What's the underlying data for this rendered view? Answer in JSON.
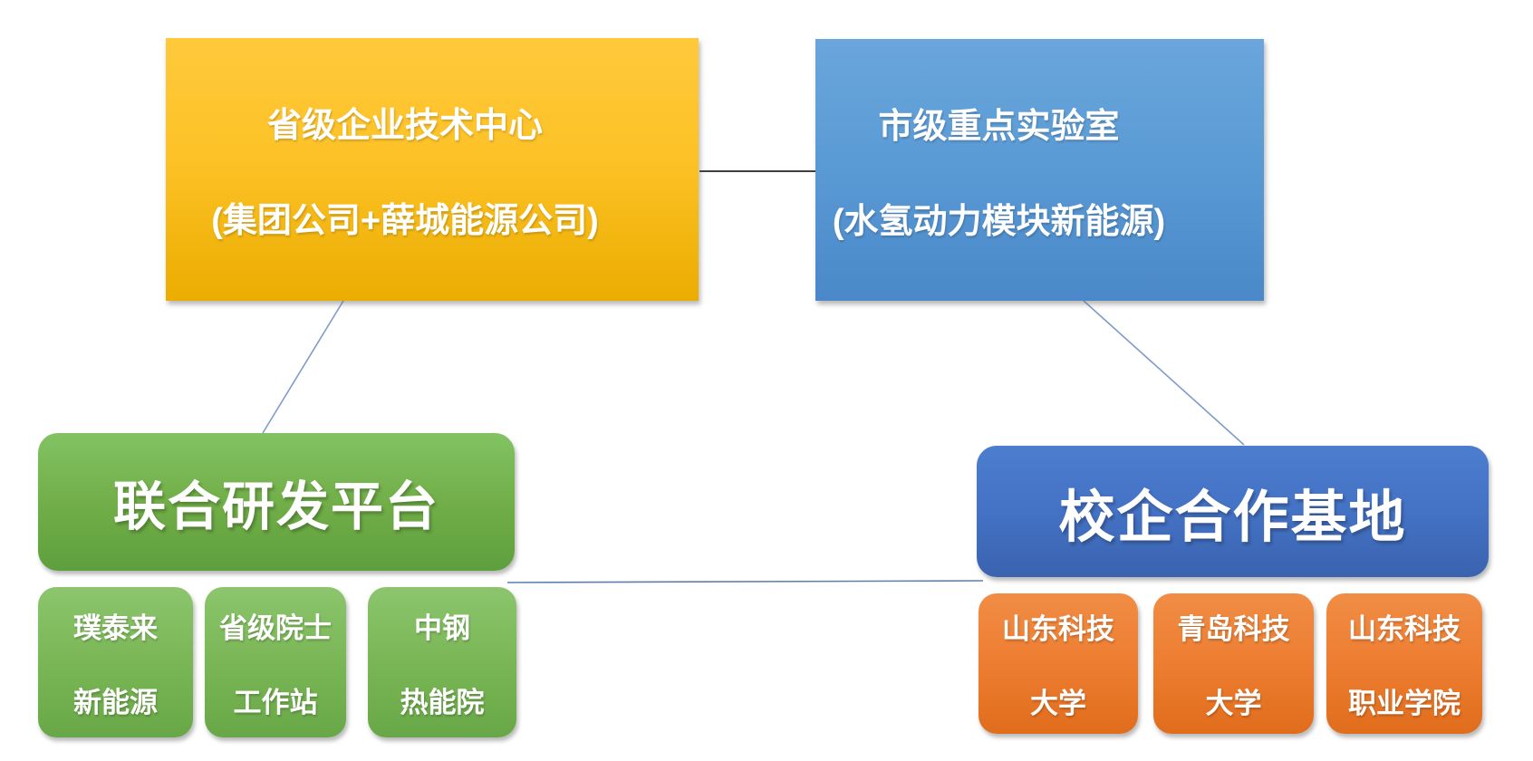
{
  "diagram": {
    "nodes": {
      "tech_center": {
        "lines": [
          "省级企业技术中心",
          "(集团公司+薛城能源公司)"
        ],
        "color": "#FFC000"
      },
      "key_lab": {
        "lines": [
          "市级重点实验室",
          "(水氢动力模块新能源)"
        ],
        "color": "#5B9BD5"
      },
      "rd_platform": {
        "label": "联合研发平台",
        "color": "#70AD47"
      },
      "school_base": {
        "label": "校企合作基地",
        "color": "#4472C4"
      },
      "rd_members": [
        {
          "lines": [
            "璞泰来",
            "新能源"
          ]
        },
        {
          "lines": [
            "省级院士",
            "工作站"
          ]
        },
        {
          "lines": [
            "中钢",
            "热能院"
          ]
        }
      ],
      "school_members": [
        {
          "lines": [
            "山东科技",
            "大学"
          ]
        },
        {
          "lines": [
            "青岛科技",
            "大学"
          ]
        },
        {
          "lines": [
            "山东科技",
            "职业学院"
          ]
        }
      ],
      "member_colors": {
        "rd_members": "#70AD47",
        "school_members": "#ED7D31"
      }
    }
  }
}
